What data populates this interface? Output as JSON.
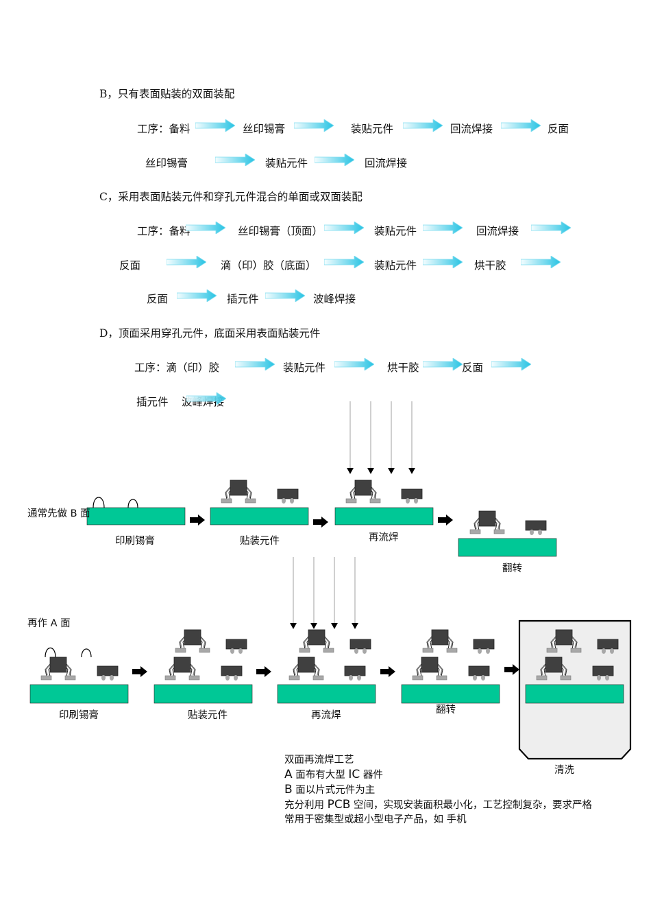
{
  "sections": {
    "b_title": "B，只有表面贴装的双面装配",
    "b_row1": [
      "工序：备料",
      "丝印锡膏",
      "装贴元件",
      "回流焊接",
      "反面"
    ],
    "b_row2": [
      "丝印锡膏",
      "装贴元件",
      "回流焊接"
    ],
    "c_title": "C，采用表面贴装元件和穿孔元件混合的单面或双面装配",
    "c_row1": [
      "工序：备料",
      "丝印锡膏（顶面）",
      "装贴元件",
      "回流焊接"
    ],
    "c_row2": [
      "反面",
      "滴（印）胶（底面）",
      "装贴元件",
      "烘干胶"
    ],
    "c_row3": [
      "反面",
      "插元件",
      "波峰焊接"
    ],
    "d_title": "D，顶面采用穿孔元件，底面采用表面贴装元件",
    "d_row1": [
      "工序：滴（印）胶",
      "装贴元件",
      "烘干胶",
      "反面"
    ],
    "d_row2": [
      "插元件",
      "波峰焊接"
    ]
  },
  "diagram": {
    "row1_label": "通常先做 B 面",
    "row1_steps": [
      "印刷锡膏",
      "贴装元件",
      "再流焊",
      "翻转"
    ],
    "row2_label": "再作 A 面",
    "row2_steps": [
      "印刷锡膏",
      "贴装元件",
      "再流焊",
      "翻转",
      "清洗"
    ]
  },
  "notes": {
    "title": "双面再流焊工艺",
    "line_a_prefix": "A",
    "line_a_mid": " 面布有大型 ",
    "line_a_ic": "IC",
    "line_a_suffix": " 器件",
    "line_b_prefix": "B",
    "line_b_suffix": " 面以片式元件为主",
    "line3_prefix": "充分利用 ",
    "line3_pcb": "PCB",
    "line3_suffix": " 空间，实现安装面积最小化，工艺控制复杂，要求严格",
    "line4": "常用于密集型或超小型电子产品，如 手机"
  },
  "colors": {
    "board": "#00c896",
    "chip": "#404040",
    "pad": "#a8a8a8",
    "arrow_light": "#e8fbff",
    "arrow_dark": "#29c8e6"
  }
}
